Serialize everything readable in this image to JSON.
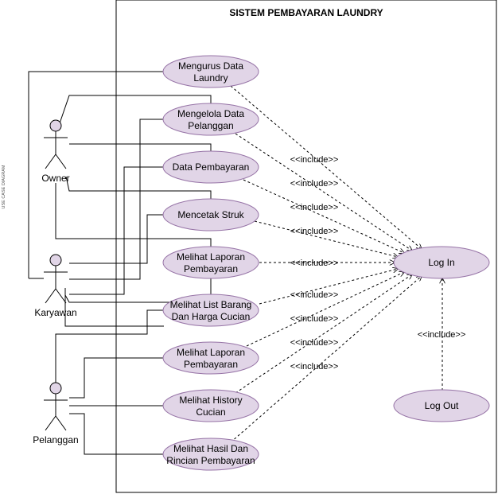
{
  "system_title": "SISTEM PEMBAYARAN LAUNDRY",
  "side_label": "USE CASE DIAGRAM",
  "actors": {
    "owner": "Owner",
    "karyawan": "Karyawan",
    "pelanggan": "Pelanggan"
  },
  "use_cases": {
    "uc1": [
      "Mengurus Data",
      "Laundry"
    ],
    "uc2": [
      "Mengelola Data",
      "Pelanggan"
    ],
    "uc3": [
      "Data Pembayaran"
    ],
    "uc4": [
      "Mencetak Struk"
    ],
    "uc5": [
      "Melihat Laporan",
      "Pembayaran"
    ],
    "uc6": [
      "Melihat List Barang",
      "Dan Harga Cucian"
    ],
    "uc7": [
      "Melihat Laporan",
      "Pembayaran"
    ],
    "uc8": [
      "Melihat History",
      "Cucian"
    ],
    "uc9": [
      "Melihat Hasil Dan",
      "Rincian Pembayaran"
    ],
    "login": [
      "Log In"
    ],
    "logout": [
      "Log Out"
    ]
  },
  "include_label": "<<include>>",
  "colors": {
    "usecase_fill": "#e1d5e7",
    "usecase_stroke": "#9673a6",
    "line": "#000000"
  }
}
